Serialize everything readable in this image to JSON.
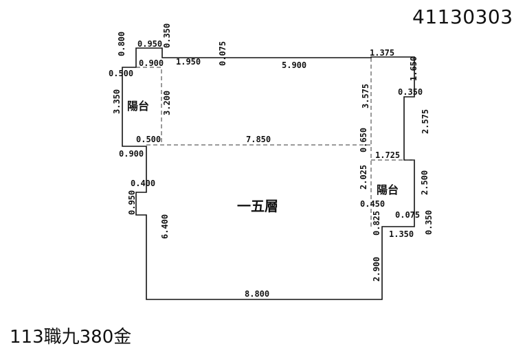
{
  "header": {
    "code": "41130303"
  },
  "footer": {
    "caption": "113職九380金"
  },
  "plan": {
    "rooms": {
      "floor_label": "一五層",
      "balcony_left": "陽台",
      "balcony_right": "陽台"
    },
    "dims": {
      "top_0950": "0.950",
      "top_0350": "0.350",
      "left_0800": "0.800",
      "left_0900": "0.900",
      "left_0500": "0.500",
      "top_1950": "1.950",
      "top_0075": "0.075",
      "top_5900": "5.900",
      "top_1375": "1.375",
      "right_1650": "1.650",
      "right_0350a": "0.350",
      "right_3575": "3.575",
      "right_2575": "2.575",
      "left_3350": "3.350",
      "left_3200": "3.200",
      "mid_0500": "0.500",
      "mid_7850": "7.850",
      "mid_0650": "0.650",
      "mid_0900": "0.900",
      "right_1725": "1.725",
      "right_2025": "2.025",
      "right_2500": "2.500",
      "left_0400": "0.400",
      "left_0950": "0.950",
      "right_0450": "0.450",
      "right_0825": "0.825",
      "right_0075": "0.075",
      "right_0350b": "0.350",
      "right_1350": "1.350",
      "left_6400": "6.400",
      "right_2900": "2.900",
      "bottom_8800": "8.800"
    }
  }
}
